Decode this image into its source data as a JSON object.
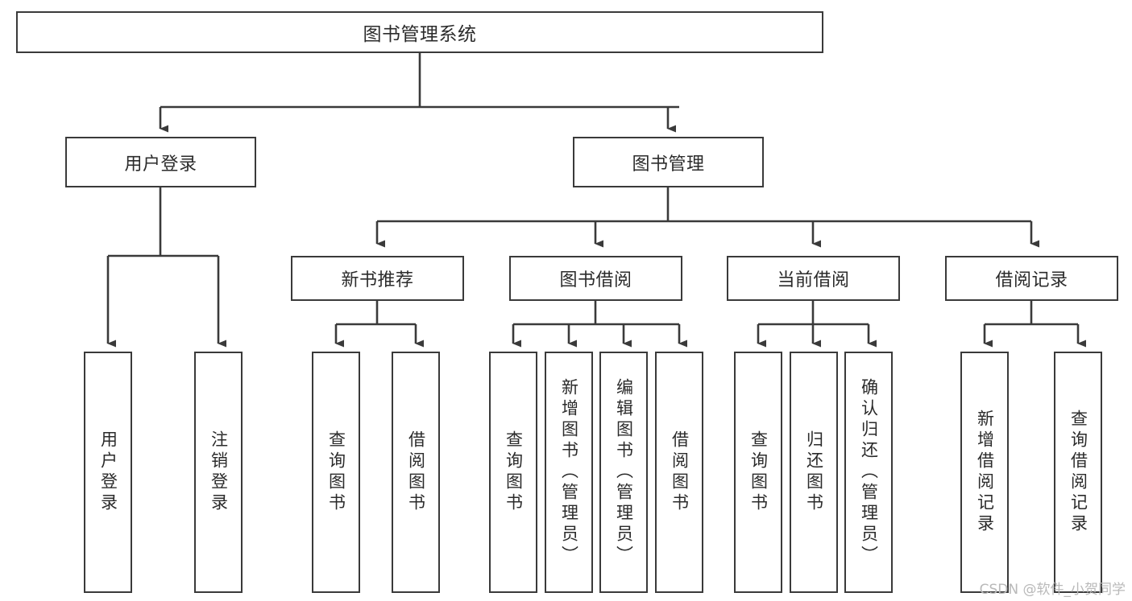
{
  "diagram": {
    "title": "图书管理系统",
    "type": "tree",
    "watermark": "CSDN @软件_小贺同学",
    "colors": {
      "box_border": "#3a3a3a",
      "box_fill": "#ffffff",
      "edge": "#3a3a3a",
      "text": "#2b2b2b",
      "watermark": "#b9b9b9",
      "background": "#ffffff"
    },
    "root": {
      "label": "图书管理系统"
    },
    "level2": [
      {
        "label": "用户登录"
      },
      {
        "label": "图书管理"
      }
    ],
    "level3": [
      {
        "label": "新书推荐"
      },
      {
        "label": "图书借阅"
      },
      {
        "label": "当前借阅"
      },
      {
        "label": "借阅记录"
      }
    ],
    "leaves": {
      "user_login": [
        {
          "label": "用户登录"
        },
        {
          "label": "注销登录"
        }
      ],
      "new_book_recommend": [
        {
          "label": "查询图书"
        },
        {
          "label": "借阅图书"
        }
      ],
      "book_borrow": [
        {
          "label": "查询图书"
        },
        {
          "label": "新增图书（管理员）"
        },
        {
          "label": "编辑图书（管理员）"
        },
        {
          "label": "借阅图书"
        }
      ],
      "current_borrow": [
        {
          "label": "查询图书"
        },
        {
          "label": "归还图书"
        },
        {
          "label": "确认归还（管理员）"
        }
      ],
      "borrow_record": [
        {
          "label": "新增借阅记录"
        },
        {
          "label": "查询借阅记录"
        }
      ]
    }
  }
}
